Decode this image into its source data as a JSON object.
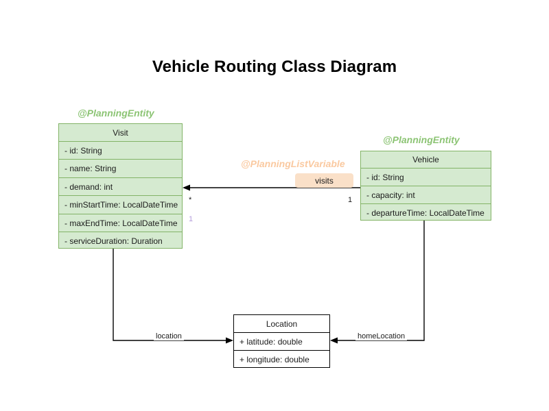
{
  "diagram": {
    "title": "Vehicle Routing Class Diagram",
    "colors": {
      "entity_fill": "#d5ead0",
      "entity_border": "#82b366",
      "entity_annotation": "#8cc474",
      "listvar_annotation": "#fac9a0",
      "badge_fill": "#fae0c8",
      "plain_border": "#000000",
      "plain_fill": "#ffffff",
      "edge_stroke": "#000000",
      "multiplicity_muted": "#b39ddb"
    }
  },
  "classes": {
    "visit": {
      "annotation": "@PlanningEntity",
      "name": "Visit",
      "fields": [
        "- id: String",
        "- name: String",
        "- demand: int",
        "- minStartTime: LocalDateTime",
        "- maxEndTime: LocalDateTime",
        "- serviceDuration: Duration"
      ]
    },
    "vehicle": {
      "annotation": "@PlanningEntity",
      "name": "Vehicle",
      "fields": [
        "- id: String",
        "- capacity: int",
        "- departureTime: LocalDateTime"
      ]
    },
    "location": {
      "annotation": "",
      "name": "Location",
      "fields": [
        "+ latitude: double",
        "+ longitude: double"
      ]
    }
  },
  "relations": {
    "visits": {
      "annotation": "@PlanningListVariable",
      "label": "visits",
      "source_multiplicity": "1",
      "target_multiplicity": "*",
      "extra_multiplicity": "1"
    },
    "visit_location": {
      "label": "location"
    },
    "vehicle_home_location": {
      "label": "homeLocation"
    }
  }
}
